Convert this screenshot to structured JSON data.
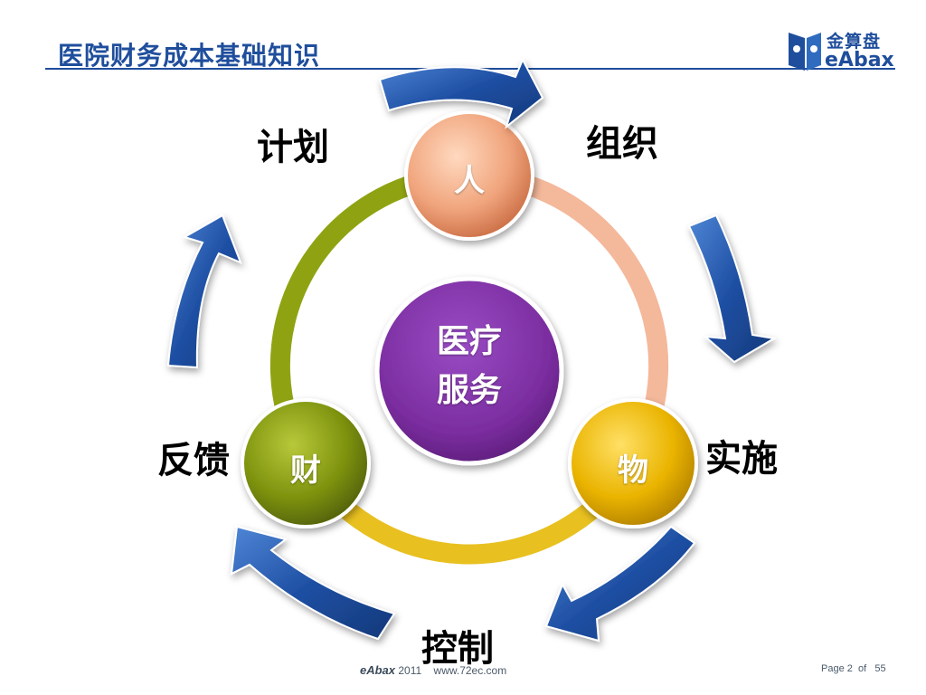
{
  "header": {
    "title": "医院财务成本基础知识",
    "logo_cn": "金算盘",
    "logo_en": "eAbax"
  },
  "diagram": {
    "center": {
      "line1": "医疗",
      "line2": "服务"
    },
    "nodes": [
      {
        "id": "ren",
        "label": "人",
        "color": "#e8956b"
      },
      {
        "id": "wu",
        "label": "物",
        "color": "#e8b400"
      },
      {
        "id": "cai",
        "label": "财",
        "color": "#7a8f0a"
      }
    ],
    "cycle_labels": {
      "plan": "计划",
      "organize": "组织",
      "implement": "实施",
      "control": "控制",
      "feedback": "反馈"
    },
    "colors": {
      "arrow": "#1e4fa3",
      "center": "#7b2fa0",
      "ring_top_right": "#f4b89a",
      "ring_bottom": "#e8c020",
      "ring_left": "#8fa312"
    }
  },
  "footer": {
    "brand": "eAbax",
    "year": "2011",
    "url": "www.72ec.com",
    "page_label": "Page",
    "page_current": "2",
    "page_of": "of",
    "page_total": "55"
  }
}
